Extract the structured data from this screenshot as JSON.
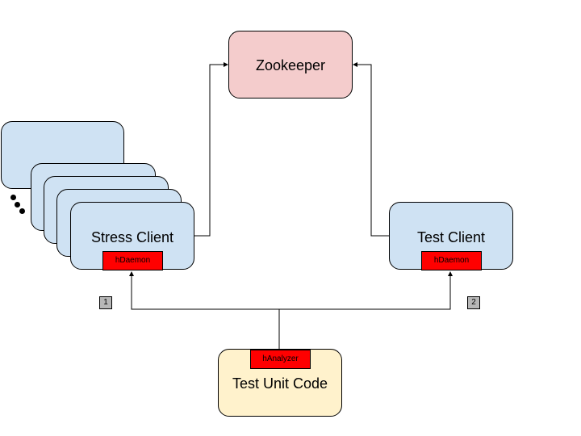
{
  "zookeeper": {
    "label": "Zookeeper",
    "color": "#f4cccc"
  },
  "stress_client": {
    "label": "Stress Client",
    "daemon": "hDaemon",
    "color": "#cfe2f3"
  },
  "test_client": {
    "label": "Test Client",
    "daemon": "hDaemon",
    "color": "#cfe2f3"
  },
  "test_unit": {
    "label": "Test Unit Code",
    "analyzer": "hAnalyzer",
    "color": "#fff2cc"
  },
  "steps": {
    "first": "1",
    "second": "2"
  },
  "tag_color": "#ff0000"
}
